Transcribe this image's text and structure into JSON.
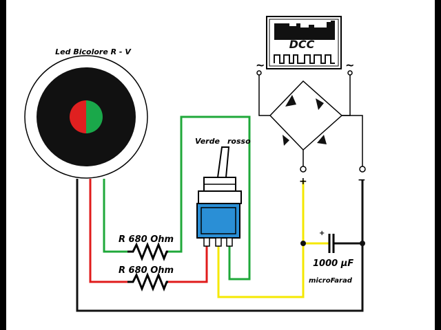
{
  "led": {
    "title": "Led Bicolore R - V"
  },
  "switch": {
    "label_left": "Verde",
    "label_right": "rosso"
  },
  "resistors": [
    {
      "label": "R 680 Ohm"
    },
    {
      "label": "R 680 Ohm"
    }
  ],
  "capacitor": {
    "value": "1000 µF",
    "unit_text": "microFarad",
    "polarity": "+"
  },
  "bridge": {
    "plus": "+",
    "minus": "−"
  },
  "dcc": {
    "logo_text": "DCC",
    "ac_left": "~",
    "ac_right": "~"
  },
  "colors": {
    "green_wire": "#1fa83a",
    "red_wire": "#e01b1b",
    "yellow_wire": "#f5e800",
    "black_wire": "#111111",
    "switch_body": "#2a8fd6",
    "led_red": "#e02020",
    "led_green": "#1aa84a"
  }
}
